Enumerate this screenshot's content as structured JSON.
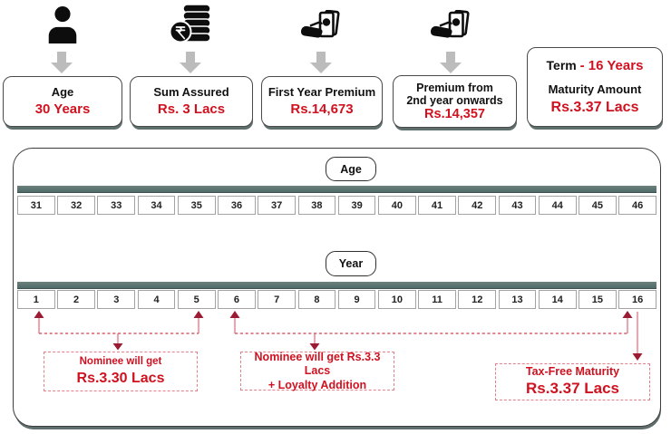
{
  "colors": {
    "accent_red": "#d0111f",
    "arrowhead_maroon": "#9b1b33",
    "arrow_shaft_pink": "#e2aab2",
    "dashed_line_red": "#d4636f",
    "teal_bar": "#5a7370",
    "gray_arrow": "#bcbcbc",
    "card_border": "#4a4a4a"
  },
  "summary_cards": [
    {
      "icon": "person-icon",
      "label": "Age",
      "value": "30 Years"
    },
    {
      "icon": "rupee-coins-icon",
      "label": "Sum Assured",
      "value": "Rs. 3 Lacs"
    },
    {
      "icon": "money-hand-icon",
      "label": "First Year Premium",
      "value": "Rs.14,673"
    },
    {
      "icon": "money-hand-icon",
      "label": "Premium from",
      "label2": "2nd year onwards",
      "value": "Rs.14,357"
    }
  ],
  "term_card": {
    "term_label": "Term ",
    "term_value": "- 16 Years",
    "maturity_label": "Maturity Amount",
    "maturity_value": "Rs.3.37 Lacs"
  },
  "timeline": {
    "age_label": "Age",
    "ages": [
      "31",
      "32",
      "33",
      "34",
      "35",
      "36",
      "37",
      "38",
      "39",
      "40",
      "41",
      "42",
      "43",
      "44",
      "45",
      "46"
    ],
    "year_label": "Year",
    "years": [
      "1",
      "2",
      "3",
      "4",
      "5",
      "6",
      "7",
      "8",
      "9",
      "10",
      "11",
      "12",
      "13",
      "14",
      "15",
      "16"
    ],
    "annotations": [
      {
        "line1": "Nominee will get",
        "line2": "Rs.3.30 Lacs"
      },
      {
        "line1": "Nominee will get Rs.3.3 Lacs",
        "line2": "+ Loyalty Addition"
      },
      {
        "line1": "Tax-Free Maturity",
        "line2": "Rs.3.37 Lacs"
      }
    ]
  }
}
